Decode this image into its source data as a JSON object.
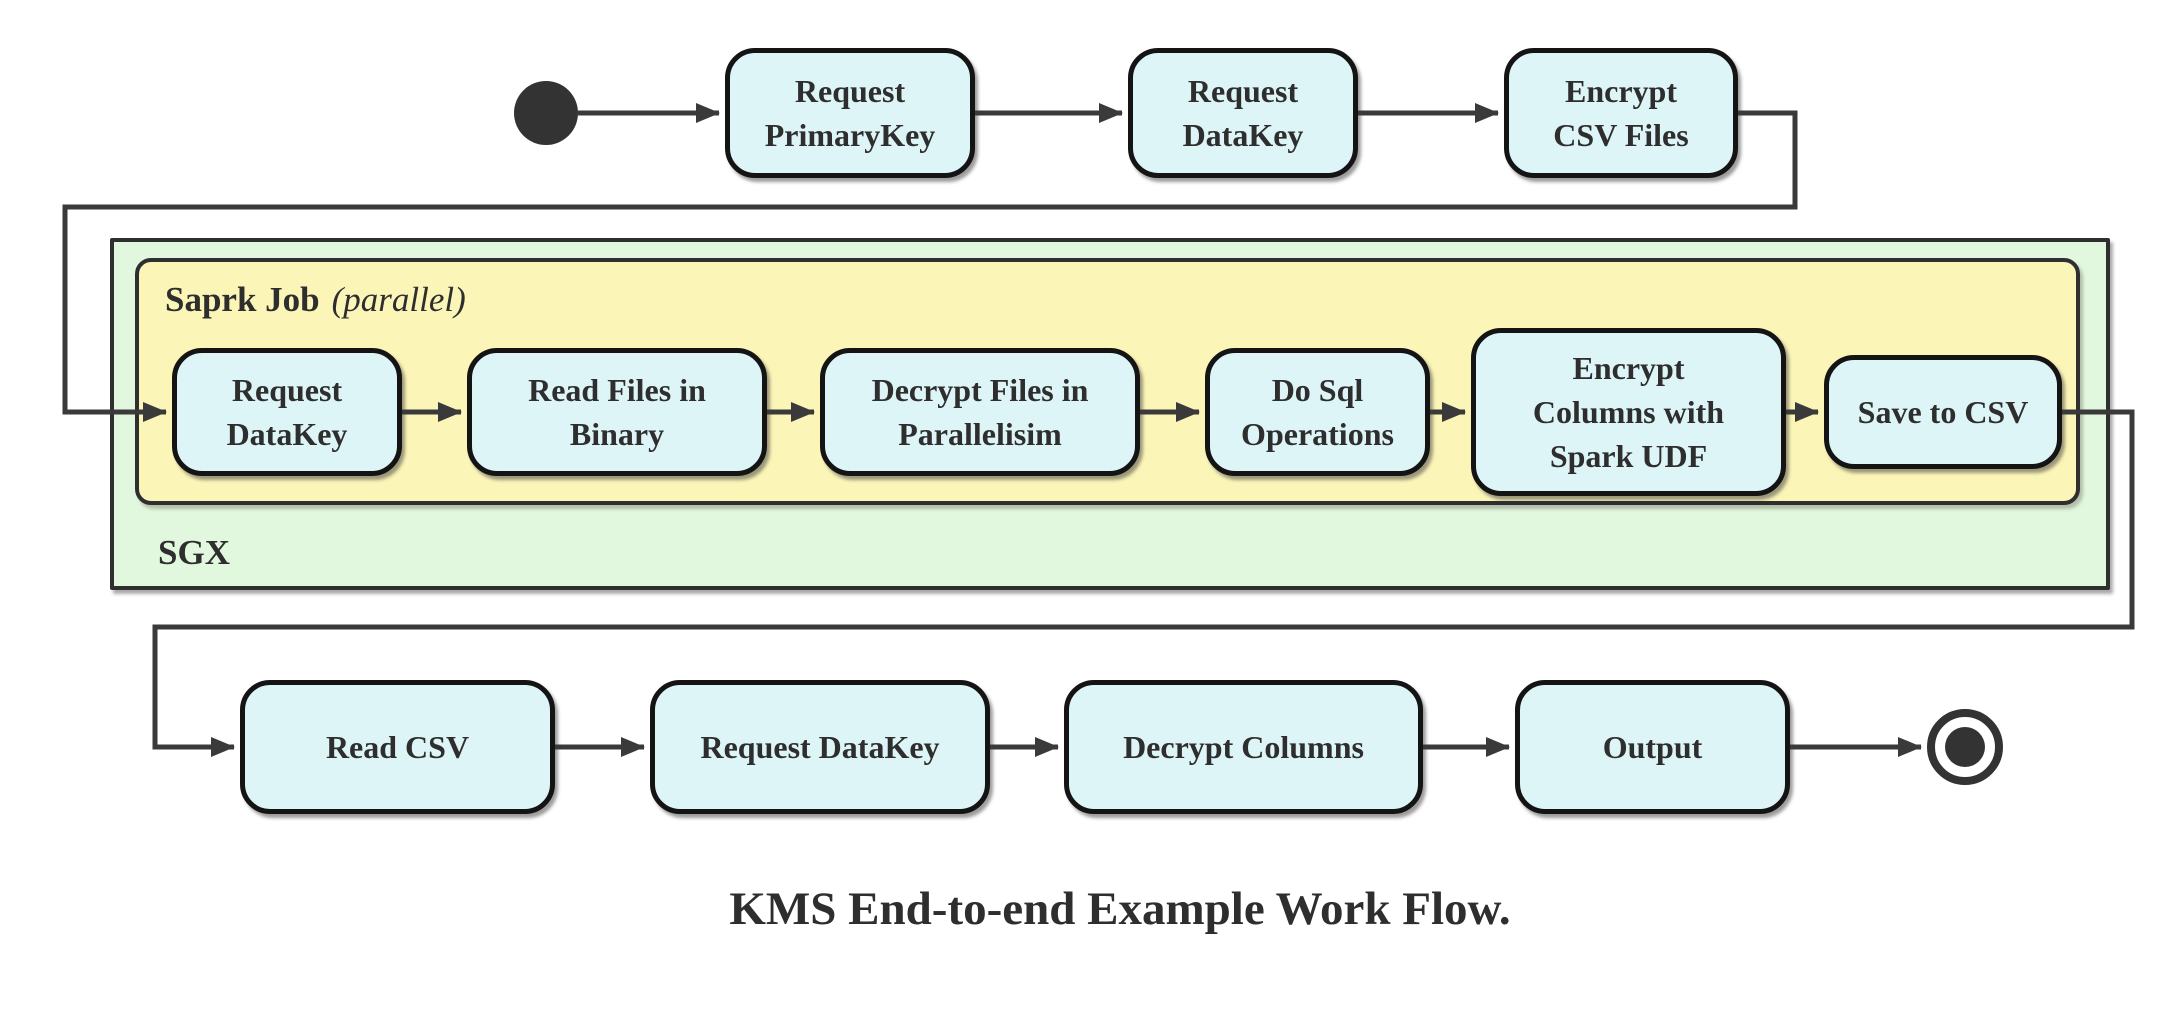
{
  "diagram": {
    "caption": "KMS End-to-end Example Work Flow.",
    "colors": {
      "node_fill": "#def5f8",
      "node_border": "#141414",
      "sgx_container_fill": "#e2f8de",
      "spark_container_fill": "#fcf5b8",
      "container_border": "#2f2f2f",
      "connector": "#3a3a3a",
      "text": "#2e2e2e"
    },
    "top_row": {
      "request_primarykey": "Request\nPrimaryKey",
      "request_datakey": "Request\nDataKey",
      "encrypt_csv_files": "Encrypt\nCSV Files"
    },
    "sgx_container": {
      "label": "SGX",
      "spark_job": {
        "title": "Saprk Job",
        "title_suffix": "(parallel)",
        "nodes": {
          "request_datakey": "Request\nDataKey",
          "read_files_in_binary": "Read Files in\nBinary",
          "decrypt_files_in_parallelisim": "Decrypt Files in\nParallelisim",
          "do_sql_operations": "Do Sql\nOperations",
          "encrypt_columns_with_spark_udf": "Encrypt\nColumns with\nSpark UDF",
          "save_to_csv": "Save to CSV"
        }
      }
    },
    "bottom_row": {
      "read_csv": "Read CSV",
      "request_datakey": "Request DataKey",
      "decrypt_columns": "Decrypt Columns",
      "output": "Output"
    }
  }
}
